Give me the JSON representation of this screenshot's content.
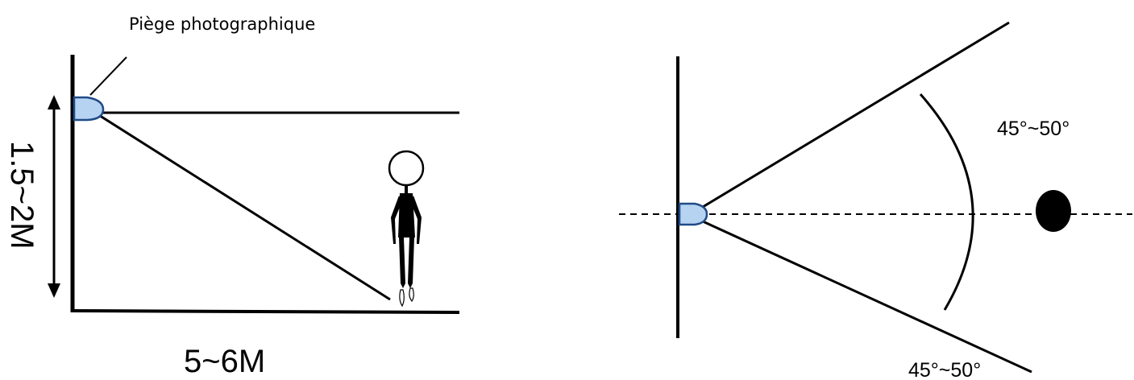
{
  "side_view": {
    "camera_label": "Piège photographique",
    "height_label": "1.5~2M",
    "distance_label": "5~6M"
  },
  "top_view": {
    "angle_label_upper": "45°~50°",
    "angle_label_lower": "45°~50°"
  },
  "colors": {
    "camera_fill": "#b7d3f2",
    "camera_stroke": "#1f4b87",
    "line": "#000000"
  }
}
